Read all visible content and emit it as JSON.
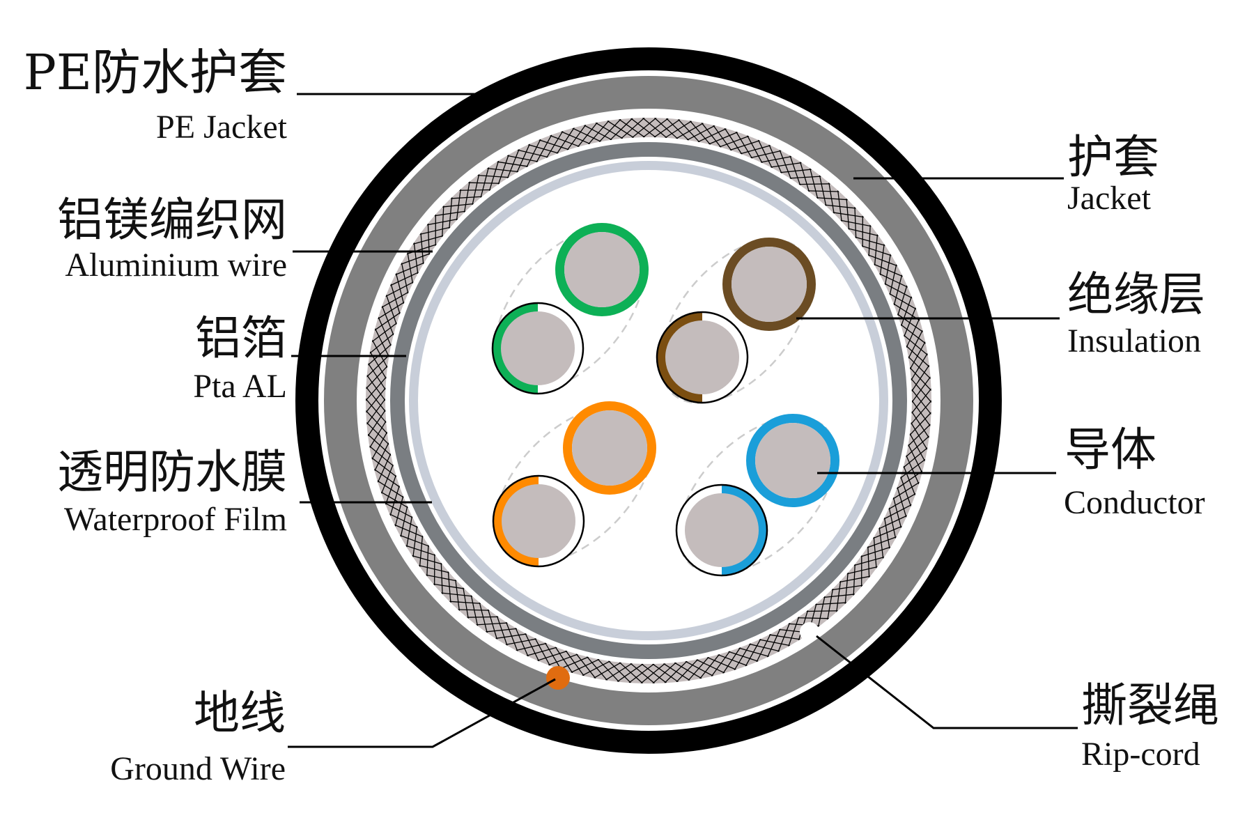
{
  "title": "Cable cross-section: 4 twisted pairs, braided and foil shielded, PE jacket",
  "colors": {
    "outer_jacket": "#000000",
    "jacket": "#808080",
    "braid_fill": "#c4bcbc",
    "braid_lines": "#000000",
    "foil": "#7a7e82",
    "film": "#c8ced9",
    "conductor": "#c4bcbc",
    "pair_outline": "#cccccc",
    "ground_wire": "#e06c10",
    "rip_cord": "#ffffff"
  },
  "layers": [
    {
      "id": "pe-jacket",
      "cn": "PE防水护套",
      "en": "PE Jacket",
      "color": "#000000"
    },
    {
      "id": "jacket",
      "cn": "护套",
      "en": "Jacket",
      "color": "#808080"
    },
    {
      "id": "aluminium-wire",
      "cn": "铝镁编织网",
      "en": "Aluminium wire",
      "color": "#c4bcbc"
    },
    {
      "id": "pta-al",
      "cn": "铝箔",
      "en": "Pta AL",
      "color": "#7a7e82"
    },
    {
      "id": "waterproof-film",
      "cn": "透明防水膜",
      "en": "Waterproof Film",
      "color": "#c8ced9"
    }
  ],
  "pairs": [
    {
      "name": "green",
      "color": "#0db056"
    },
    {
      "name": "brown",
      "color": "#6b4c23",
      "stripe_color": "#7b4e10"
    },
    {
      "name": "orange",
      "color": "#ff8a00"
    },
    {
      "name": "blue",
      "color": "#1a9ed9"
    }
  ],
  "labels": {
    "pe_jacket": {
      "cn": "PE防水护套",
      "en": "PE Jacket"
    },
    "aluminium_wire": {
      "cn": "铝镁编织网",
      "en": "Aluminium wire"
    },
    "pta_al": {
      "cn": "铝箔",
      "en": "Pta AL"
    },
    "waterproof_film": {
      "cn": "透明防水膜",
      "en": "Waterproof Film"
    },
    "ground_wire": {
      "cn": "地线",
      "en": "Ground Wire"
    },
    "jacket": {
      "cn": "护套",
      "en": "Jacket"
    },
    "insulation": {
      "cn": "绝缘层",
      "en": "Insulation"
    },
    "conductor": {
      "cn": "导体",
      "en": "Conductor"
    },
    "rip_cord": {
      "cn": "撕裂绳",
      "en": "Rip-cord"
    }
  }
}
